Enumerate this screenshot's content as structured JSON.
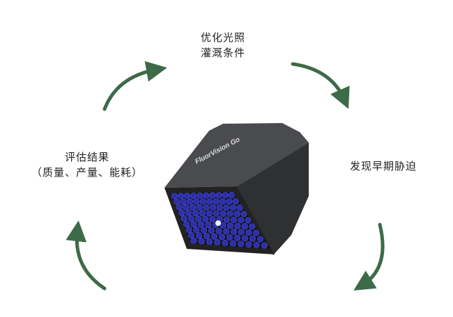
{
  "steps": {
    "optimize": {
      "line1": "优化光照",
      "line2": "灌溉条件"
    },
    "detect": {
      "line1": "发现早期胁迫"
    },
    "evaluate": {
      "line1": "评估结果",
      "line2": "（质量、产量、能耗）"
    }
  },
  "device": {
    "brand_label": "FluorVision Go"
  },
  "colors": {
    "arrow": "#3d6a47",
    "device_body": "#3a3b3d",
    "led": "#2c2fa8"
  }
}
